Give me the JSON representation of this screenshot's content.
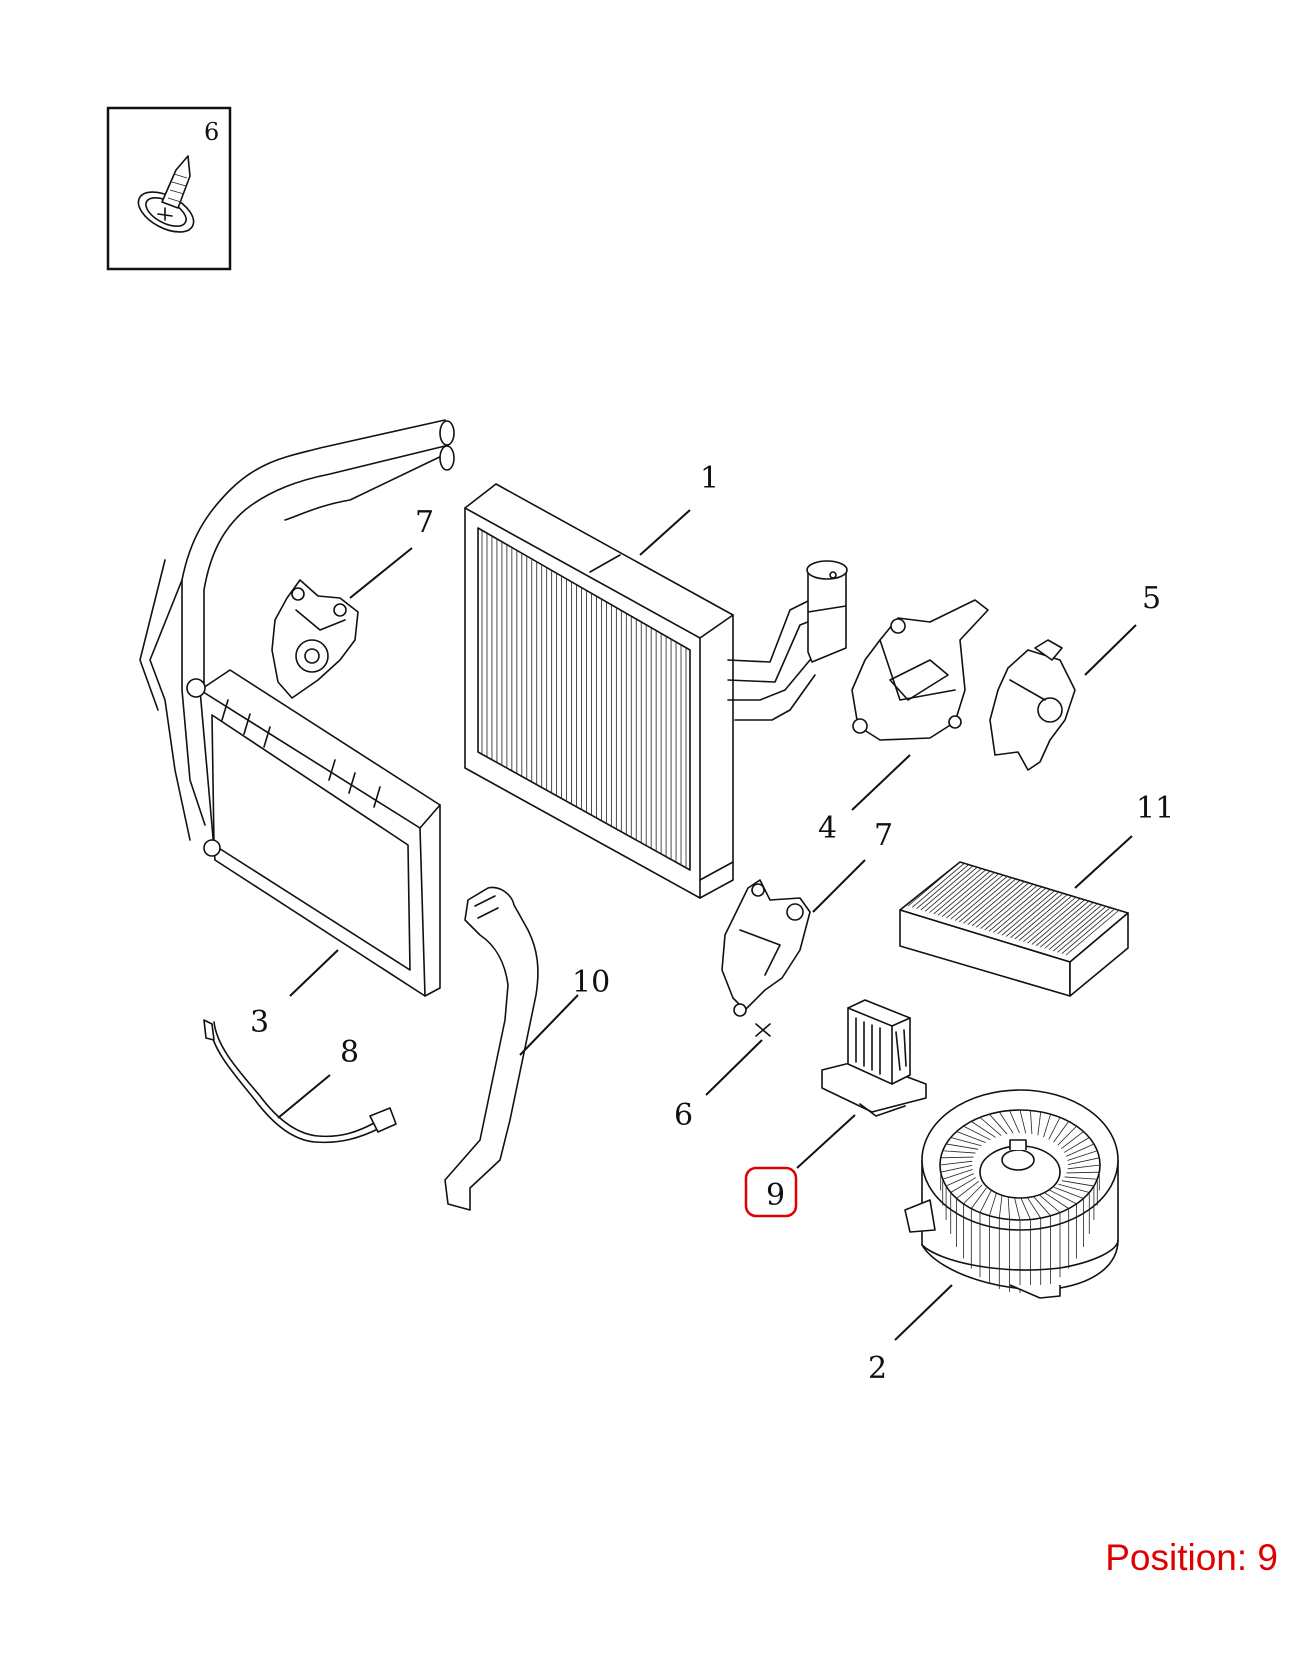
{
  "inset": {
    "callout": "6"
  },
  "callouts": {
    "evaporator": "1",
    "blower_motor": "2",
    "heater_core": "3",
    "actuator_4": "4",
    "actuator_5": "5",
    "screw": "6",
    "actuator_7_upper": "7",
    "actuator_7_lower": "7",
    "sensor": "8",
    "resistor": "9",
    "hose": "10",
    "cabin_filter": "11"
  },
  "position_label": "Position: 9",
  "colors": {
    "highlight": "#e00000",
    "line": "#111111"
  }
}
